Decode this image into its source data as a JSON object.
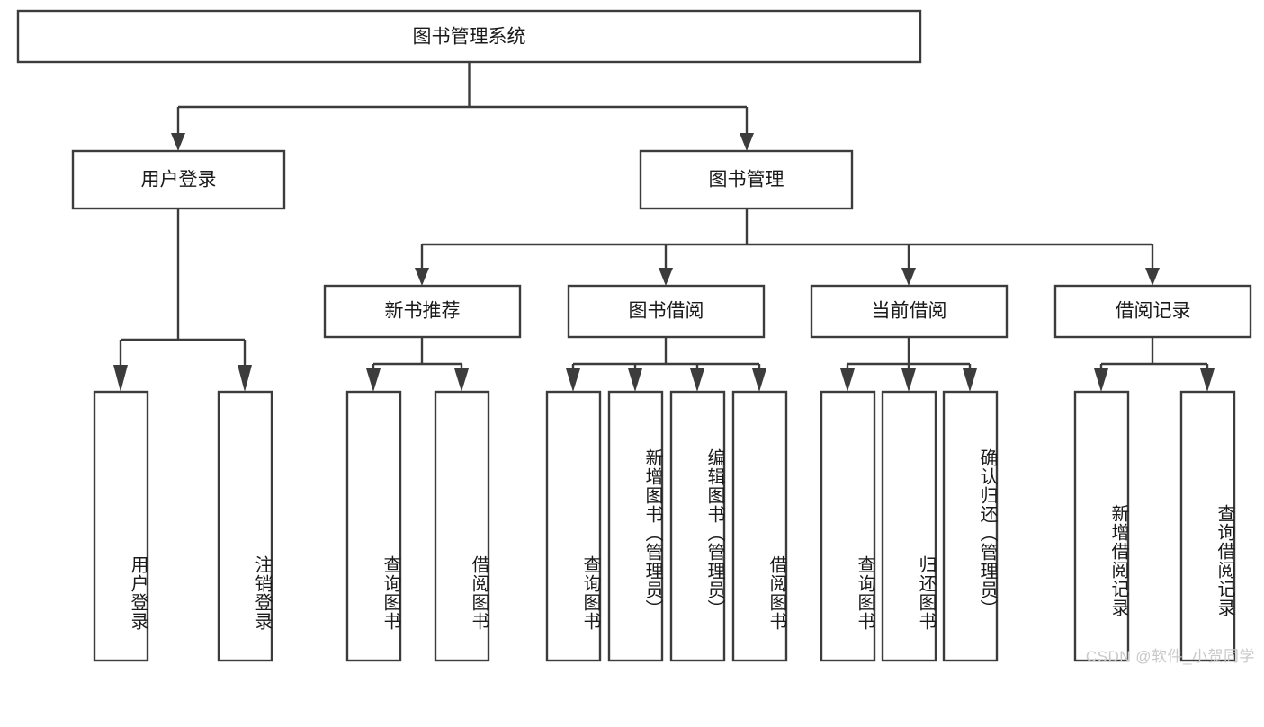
{
  "diagram": {
    "type": "tree-hierarchy",
    "title": "图书管理系统",
    "orientation": "top-down",
    "colors": {
      "box_stroke": "#3c3c3c",
      "box_fill": "#ffffff",
      "connector": "#3c3c3c",
      "text": "#1a1a1a",
      "watermark": "#c9c9c9",
      "background": "#ffffff"
    },
    "root": {
      "id": "root",
      "label": "图书管理系统"
    },
    "level2": [
      {
        "id": "user-login",
        "label": "用户登录"
      },
      {
        "id": "book-manage",
        "label": "图书管理"
      }
    ],
    "level3": [
      {
        "id": "new-book-recommend",
        "label": "新书推荐",
        "parent": "book-manage"
      },
      {
        "id": "book-borrow",
        "label": "图书借阅",
        "parent": "book-manage"
      },
      {
        "id": "current-borrow",
        "label": "当前借阅",
        "parent": "book-manage"
      },
      {
        "id": "borrow-record",
        "label": "借阅记录",
        "parent": "book-manage"
      }
    ],
    "leaves": [
      {
        "id": "leaf-user-login",
        "label": "用户登录",
        "parent": "user-login"
      },
      {
        "id": "leaf-user-logout",
        "label": "注销登录",
        "parent": "user-login"
      },
      {
        "id": "leaf-query-book-1",
        "label": "查询图书",
        "parent": "new-book-recommend"
      },
      {
        "id": "leaf-borrow-book-1",
        "label": "借阅图书",
        "parent": "new-book-recommend"
      },
      {
        "id": "leaf-query-book-2",
        "label": "查询图书",
        "parent": "book-borrow"
      },
      {
        "id": "leaf-add-book",
        "label": "新增图书（管理员）",
        "parent": "book-borrow"
      },
      {
        "id": "leaf-edit-book",
        "label": "编辑图书（管理员）",
        "parent": "book-borrow"
      },
      {
        "id": "leaf-borrow-book-2",
        "label": "借阅图书",
        "parent": "book-borrow"
      },
      {
        "id": "leaf-query-book-3",
        "label": "查询图书",
        "parent": "current-borrow"
      },
      {
        "id": "leaf-return-book",
        "label": "归还图书",
        "parent": "current-borrow"
      },
      {
        "id": "leaf-confirm-return",
        "label": "确认归还（管理员）",
        "parent": "current-borrow"
      },
      {
        "id": "leaf-add-record",
        "label": "新增借阅记录",
        "parent": "borrow-record"
      },
      {
        "id": "leaf-query-record",
        "label": "查询借阅记录",
        "parent": "borrow-record"
      }
    ],
    "watermark": "CSDN @软件_小贺同学"
  }
}
